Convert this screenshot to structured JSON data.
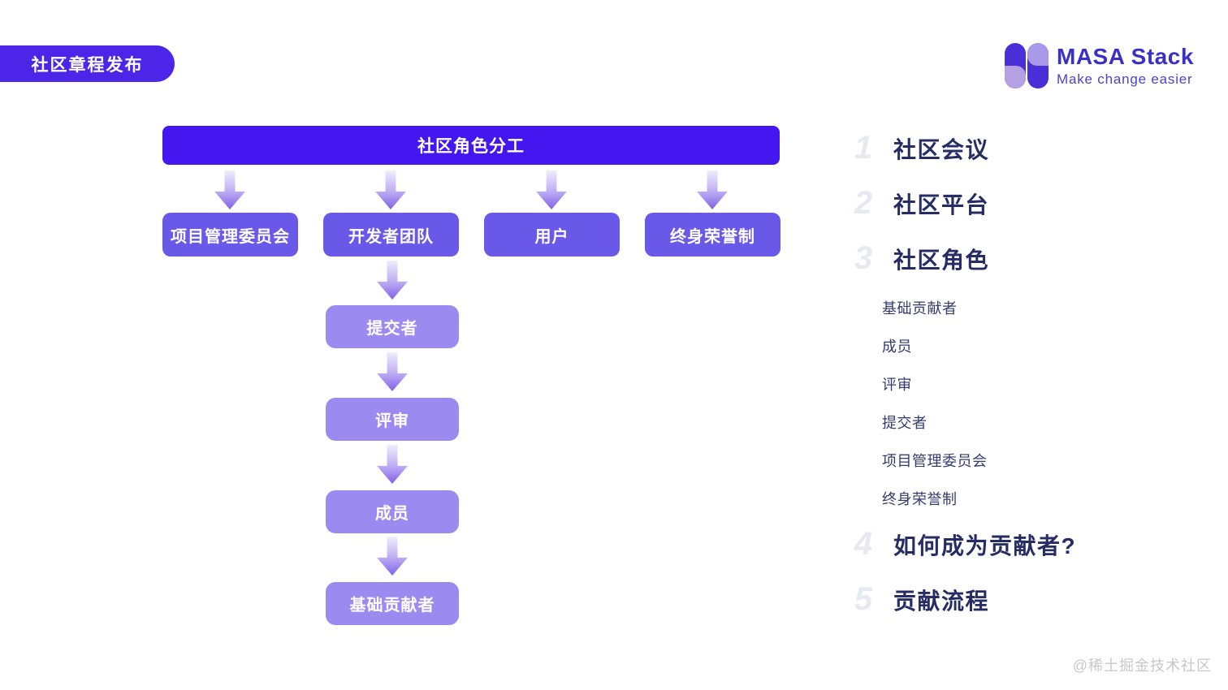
{
  "badge": {
    "label": "社区章程发布"
  },
  "logo": {
    "title": "MASA Stack",
    "tagline": "Make change easier"
  },
  "flowchart": {
    "root": "社区角色分工",
    "level2": [
      "项目管理委员会",
      "开发者团队",
      "用户",
      "终身荣誉制"
    ],
    "chain": [
      "提交者",
      "评审",
      "成员",
      "基础贡献者"
    ]
  },
  "agenda": {
    "items": [
      {
        "num": "1",
        "label": "社区会议"
      },
      {
        "num": "2",
        "label": "社区平台"
      },
      {
        "num": "3",
        "label": "社区角色",
        "subitems": [
          "基础贡献者",
          "成员",
          "评审",
          "提交者",
          "项目管理委员会",
          "终身荣誉制"
        ]
      },
      {
        "num": "4",
        "label": "如何成为贡献者?"
      },
      {
        "num": "5",
        "label": "贡献流程"
      }
    ]
  },
  "watermark": "@稀土掘金技术社区",
  "colors": {
    "badge": "#4B26E9",
    "root_box": "#4517F0",
    "level2_box": "#6A58E8",
    "chain_box": "#9B8BF0",
    "arrow_gradient_end": "#8061E8",
    "heading_text": "#262D64",
    "subitem_text": "#343B6E",
    "ghost_number": "#E7E9F1",
    "logo_dark": "#4A2ED8",
    "logo_light_left": "#B4A0E3",
    "logo_light_right": "#A89AE8",
    "logo_text": "#3A30C9",
    "watermark_text": "#C8C8C8"
  }
}
